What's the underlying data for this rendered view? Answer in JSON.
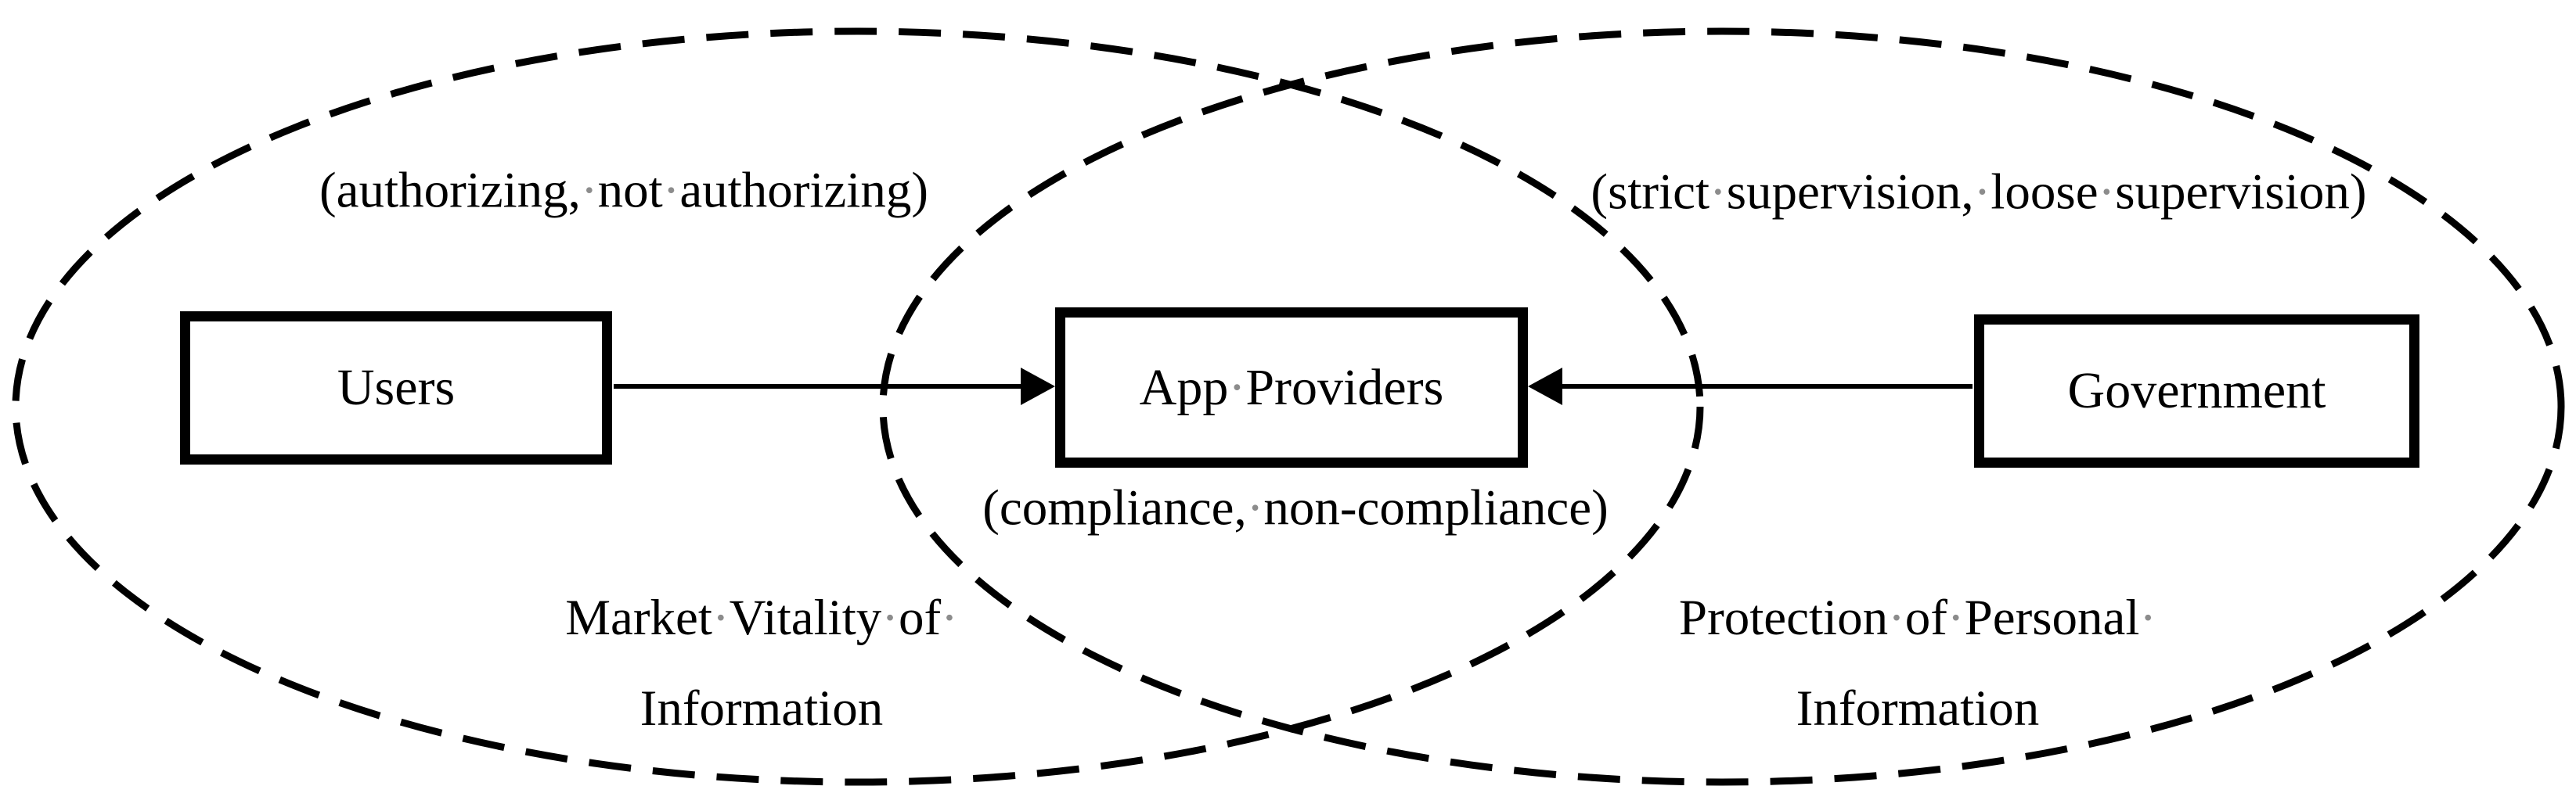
{
  "diagram": {
    "type": "tripartite-game-venn-diagram",
    "nodes": {
      "users": {
        "label": "Users",
        "strategy_set": "(authorizing,·not·authorizing)"
      },
      "app_providers": {
        "label": "App·Providers",
        "strategy_set": "(compliance,·non-compliance)"
      },
      "government": {
        "label": "Government",
        "strategy_set": "(strict·supervision,·loose·supervision)"
      }
    },
    "regions": {
      "left_ellipse": {
        "line1": "Market·Vitality·of·",
        "line2": "Information"
      },
      "right_ellipse": {
        "line1": "Protection·of·Personal·",
        "line2": "Information"
      }
    },
    "edges": [
      {
        "from": "Users",
        "to": "App Providers",
        "style": "solid-line-filled-arrowhead"
      },
      {
        "from": "Government",
        "to": "App Providers",
        "style": "solid-line-filled-arrowhead"
      }
    ],
    "colors": {
      "stroke": "#000000",
      "background": "#ffffff",
      "space_mark_dot": "#8c8c8c"
    }
  }
}
